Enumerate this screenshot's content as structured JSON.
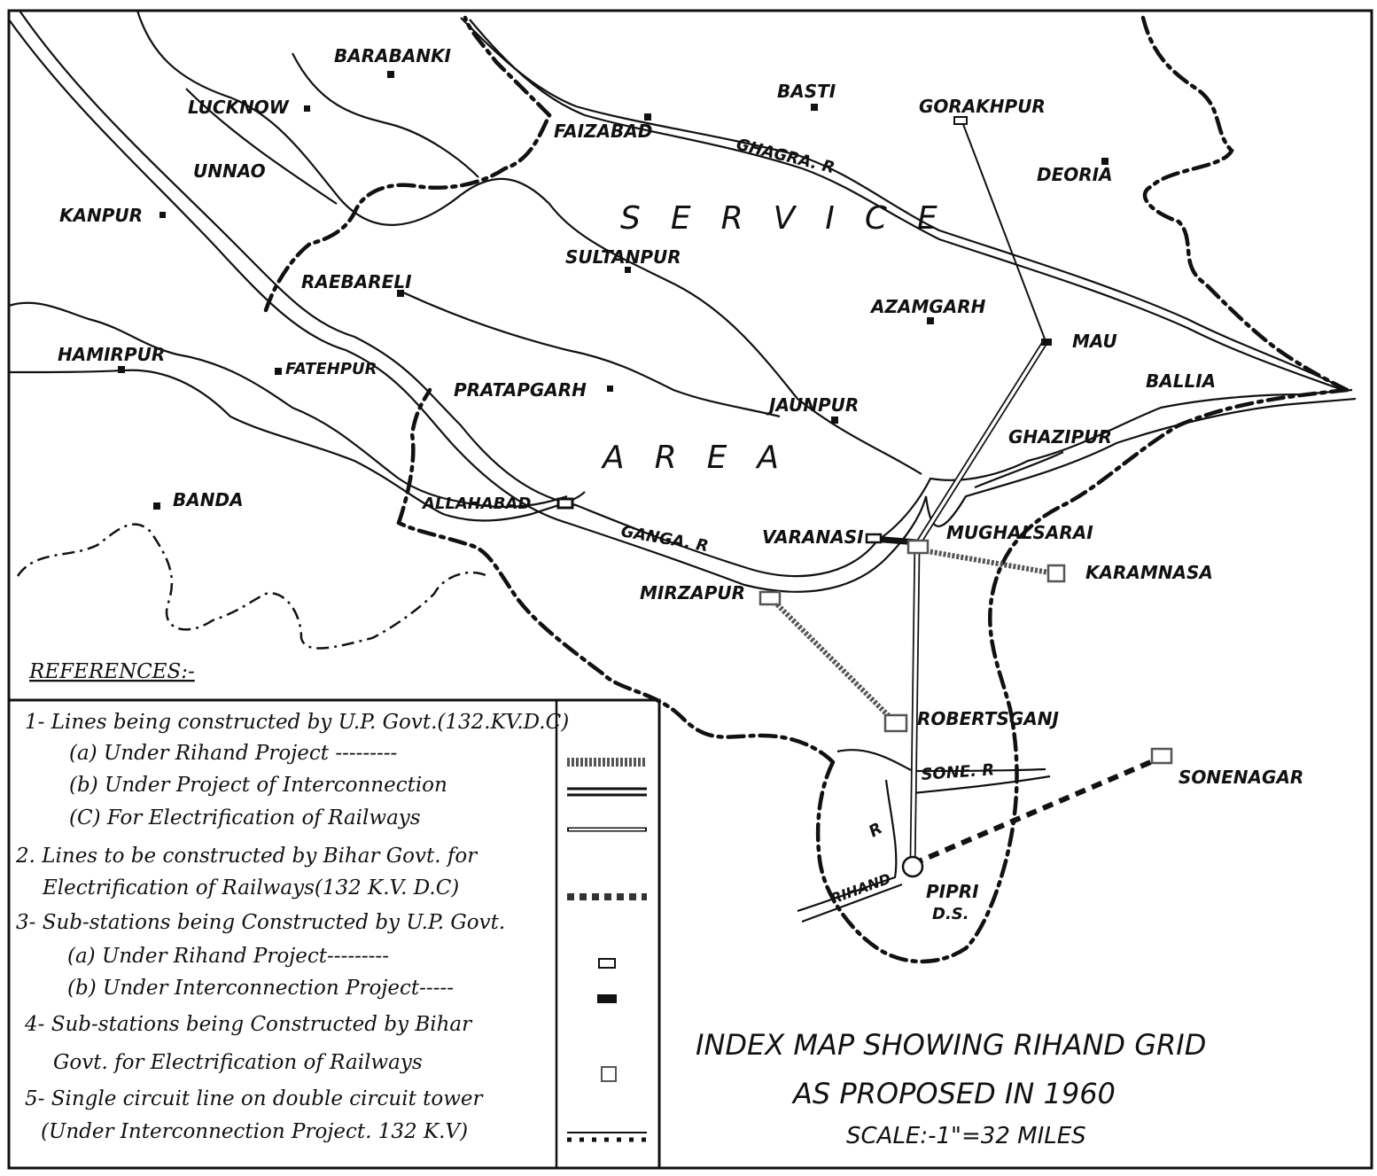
{
  "map": {
    "towns": {
      "barabanki": "BARABANKI",
      "lucknow": "LUCKNOW",
      "basti": "BASTI",
      "gorakhpur": "GORAKHPUR",
      "faizabad": "FAIZABAD",
      "unnao": "UNNAO",
      "deoria": "DEORIA",
      "kanpur": "KANPUR",
      "sultanpur": "SULTANPUR",
      "raebareli": "RAEBARELI",
      "azamgarh": "AZAMGARH",
      "mau": "MAU",
      "hamirpur": "HAMIRPUR",
      "fatehpur": "FATEHPUR",
      "pratapgarh": "PRATAPGARH",
      "jaunpur": "JAUNPUR",
      "ballia": "BALLIA",
      "ghazipur": "GHAZIPUR",
      "banda": "BANDA",
      "allahabad": "ALLAHABAD",
      "varanasi": "VARANASI",
      "mughalsarai": "MUGHALSARAI",
      "karamnasa": "KARAMNASA",
      "mirzapur": "MIRZAPUR",
      "robertsganj": "ROBERTSGANJ",
      "sonenagar": "SONENAGAR",
      "pipri": "PIPRI",
      "pipri_ds": "D.S."
    },
    "rivers": {
      "ghagra": "GHAGRA. R",
      "ganga": "GANGA. R",
      "sone": "SONE. R",
      "rihand": "RIHAND",
      "rihand_r": "R"
    },
    "area_labels": {
      "service": "SERVICE",
      "area": "AREA"
    }
  },
  "references": {
    "heading": "REFERENCES:-",
    "items": [
      "1- Lines being constructed by U.P. Govt.(132.KV.D.C)",
      "(a) Under Rihand Project ---------",
      "(b) Under Project of Interconnection",
      "(C) For Electrification of Railways",
      "2. Lines to be constructed by Bihar Govt. for",
      "Electrification of Railways(132 K.V. D.C)",
      "3- Sub-stations being Constructed by U.P. Govt.",
      "(a) Under Rihand Project---------",
      "(b) Under Interconnection Project-----",
      "4- Sub-stations being Constructed by Bihar",
      "Govt. for Electrification of Railways",
      "5- Single circuit line on double circuit tower",
      "(Under Interconnection Project. 132 K.V)"
    ]
  },
  "title": {
    "line1": "INDEX MAP SHOWING RIHAND GRID",
    "line2": "AS PROPOSED IN 1960",
    "scale": "SCALE:-1\"=32 MILES"
  }
}
